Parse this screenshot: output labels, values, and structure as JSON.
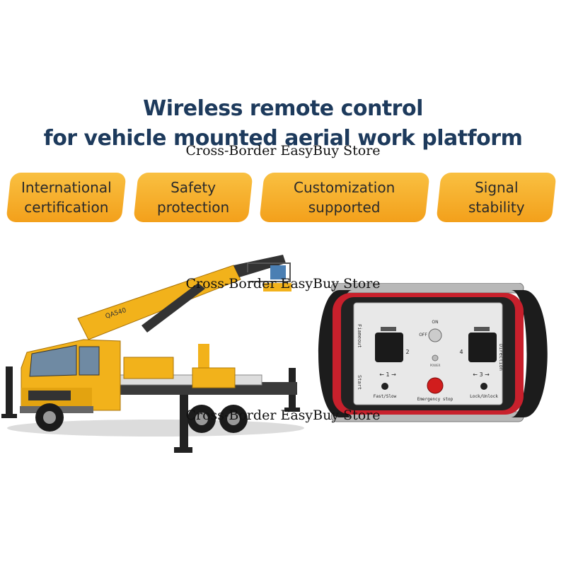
{
  "header": {
    "line1": "Wireless remote control",
    "line2": "for vehicle mounted aerial work platform"
  },
  "watermark": "Cross-Border EasyBuy Store",
  "features": [
    {
      "label": "International\ncertification"
    },
    {
      "label": "Safety\nprotection"
    },
    {
      "label": "Customization\nsupported"
    },
    {
      "label": "Signal\nstability"
    }
  ],
  "truck": {
    "boom_text": "QA540"
  },
  "remote": {
    "side_left_top": "Fiameout",
    "side_left_bottom": "Start",
    "side_right": "Direction",
    "switch_on": "ON",
    "switch_off": "OFF",
    "power_label": "POWER",
    "arrow_1": "← 1 →",
    "arrow_2": "2",
    "arrow_3": "← 3 →",
    "arrow_4": "4",
    "fast_slow": "Fast/Slow",
    "emergency": "Emergency stop",
    "lock_unlock": "Lock/Unlock"
  },
  "colors": {
    "title": "#1d3a5c",
    "badge": "#f3a01b",
    "truck_yellow": "#f2b21b",
    "remote_red": "#c8202c"
  }
}
